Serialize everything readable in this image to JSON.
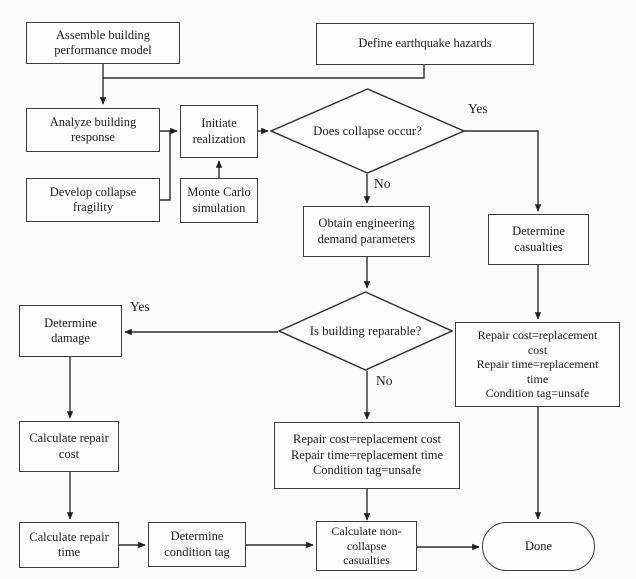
{
  "figure": {
    "type": "flowchart",
    "background_color": "#fbfbfb",
    "line_color": "#2e2e2e",
    "box_border_color": "#3c3c3c",
    "text_color": "#1b1b1b",
    "nodes": {
      "assemble": {
        "lines": [
          "Assemble building",
          "performance model"
        ]
      },
      "define_hazards": {
        "lines": [
          "Define earthquake hazards"
        ]
      },
      "analyze_response": {
        "lines": [
          "Analyze building",
          "response"
        ]
      },
      "initiate_realization": {
        "lines": [
          "Initiate",
          "realization"
        ]
      },
      "develop_fragility": {
        "lines": [
          "Develop collapse",
          "fragility"
        ]
      },
      "monte_carlo": {
        "lines": [
          "Monte Carlo",
          "simulation"
        ]
      },
      "collapse_decision": {
        "label": "Does collapse occur?"
      },
      "obtain_edp": {
        "lines": [
          "Obtain engineering",
          "demand parameters"
        ]
      },
      "determine_casualties": {
        "lines": [
          "Determine",
          "casualties"
        ]
      },
      "reparable_decision": {
        "label": "Is building reparable?"
      },
      "determine_damage": {
        "lines": [
          "Determine",
          "damage"
        ]
      },
      "replacement_right": {
        "lines": [
          "Repair cost=replacement",
          "cost",
          "Repair time=replacement",
          "time",
          "Condition tag=unsafe"
        ]
      },
      "calculate_repair_cost": {
        "lines": [
          "Calculate repair",
          "cost"
        ]
      },
      "replacement_mid": {
        "lines": [
          "Repair cost=replacement cost",
          "Repair time=replacement time",
          "Condition tag=unsafe"
        ]
      },
      "calculate_repair_time": {
        "lines": [
          "Calculate repair",
          "time"
        ]
      },
      "determine_condition_tag": {
        "lines": [
          "Determine",
          "condition tag"
        ]
      },
      "noncollapse_casualties": {
        "lines": [
          "Calculate non-",
          "collapse",
          "casualties"
        ]
      },
      "done": {
        "lines": [
          "Done"
        ]
      }
    },
    "edge_labels": {
      "collapse_yes": "Yes",
      "collapse_no": "No",
      "reparable_yes": "Yes",
      "reparable_no": "No"
    }
  }
}
